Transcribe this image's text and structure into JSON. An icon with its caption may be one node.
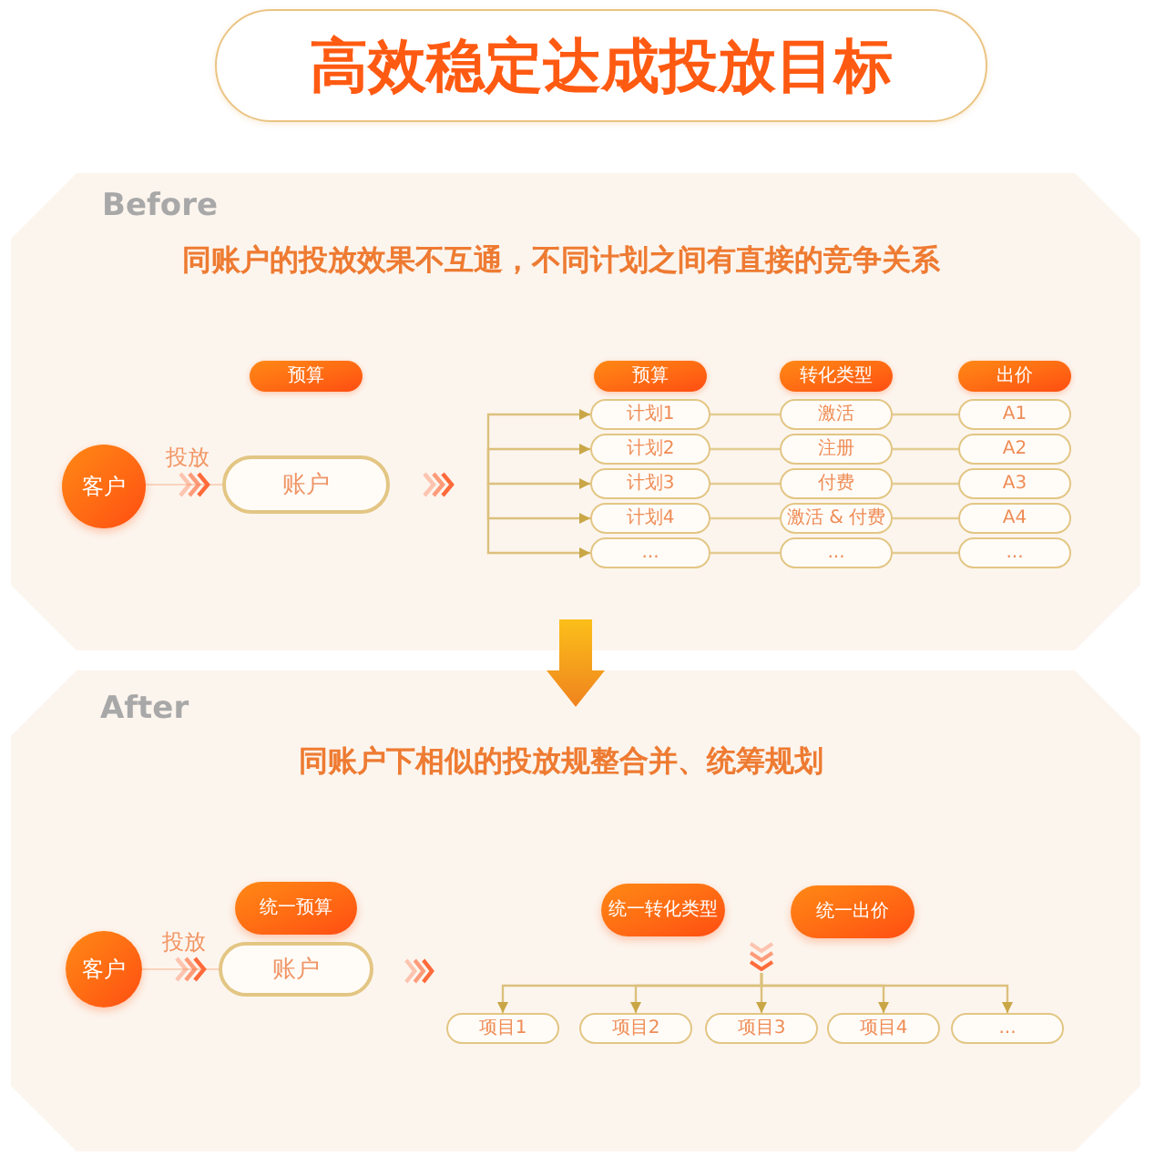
{
  "diagram": {
    "title": "高效稳定达成投放目标",
    "nodes": [
      {
        "text": [
          "Before",
          "同账户的投放效果不互通，不同计划之间有直接的竞争关系"
        ]
      },
      {
        "text": [
          "预算"
        ],
        "in": 0
      },
      {
        "text": [
          "客户"
        ],
        "in": 0
      },
      {
        "text": [
          "账户"
        ],
        "in": 0
      },
      {
        "text": [
          "预算"
        ],
        "in": 0
      },
      {
        "text": [
          "转化类型"
        ],
        "in": 0
      },
      {
        "text": [
          "出价"
        ],
        "in": 0
      },
      {
        "text": [
          "计划1"
        ],
        "in": 0
      },
      {
        "text": [
          "计划2"
        ],
        "in": 0
      },
      {
        "text": [
          "计划3"
        ],
        "in": 0
      },
      {
        "text": [
          "计划4"
        ],
        "in": 0
      },
      {
        "text": [
          "..."
        ],
        "in": 0
      },
      {
        "text": [
          "激活"
        ],
        "in": 0
      },
      {
        "text": [
          "注册"
        ],
        "in": 0
      },
      {
        "text": [
          "付费"
        ],
        "in": 0
      },
      {
        "text": [
          "激活 & 付费"
        ],
        "in": 0
      },
      {
        "text": [
          "..."
        ],
        "in": 0
      },
      {
        "text": [
          "A1"
        ],
        "in": 0
      },
      {
        "text": [
          "A2"
        ],
        "in": 0
      },
      {
        "text": [
          "A3"
        ],
        "in": 0
      },
      {
        "text": [
          "A4"
        ],
        "in": 0
      },
      {
        "text": [
          "..."
        ],
        "in": 0
      },
      {
        "text": [
          "After",
          "同账户下相似的投放规整合并、统筹规划"
        ]
      },
      {
        "text": [
          "统一预算"
        ],
        "in": 22
      },
      {
        "text": [
          "客户"
        ],
        "in": 22
      },
      {
        "text": [
          "账户"
        ],
        "in": 22
      },
      {
        "text": [
          "统一转化类型"
        ],
        "in": 22
      },
      {
        "text": [
          "统一出价"
        ],
        "in": 22
      },
      {
        "text": [
          "项目1"
        ],
        "in": 22
      },
      {
        "text": [
          "项目2"
        ],
        "in": 22
      },
      {
        "text": [
          "项目3"
        ],
        "in": 22
      },
      {
        "text": [
          "项目4"
        ],
        "in": 22
      },
      {
        "text": [
          "..."
        ],
        "in": 22
      }
    ],
    "edges": [
      {
        "from": 2,
        "to": 3,
        "arrow": "to",
        "label": "投放"
      },
      {
        "from": null,
        "to": 7,
        "arrow": "to"
      },
      {
        "from": null,
        "to": 8,
        "arrow": "to"
      },
      {
        "from": null,
        "to": 9,
        "arrow": "to"
      },
      {
        "from": null,
        "to": 10,
        "arrow": "to"
      },
      {
        "from": null,
        "to": 11,
        "arrow": "to"
      },
      {
        "from": 7,
        "to": 12,
        "arrow": "none"
      },
      {
        "from": 12,
        "to": 17,
        "arrow": "none"
      },
      {
        "from": 8,
        "to": 13,
        "arrow": "none"
      },
      {
        "from": 13,
        "to": 18,
        "arrow": "none"
      },
      {
        "from": 9,
        "to": 14,
        "arrow": "none"
      },
      {
        "from": 14,
        "to": 19,
        "arrow": "none"
      },
      {
        "from": 10,
        "to": 15,
        "arrow": "none"
      },
      {
        "from": 15,
        "to": 20,
        "arrow": "none"
      },
      {
        "from": 11,
        "to": 16,
        "arrow": "none"
      },
      {
        "from": 16,
        "to": 21,
        "arrow": "none"
      },
      {
        "from": 0,
        "to": 22,
        "arrow": "to",
        "style": "thick",
        "color": "#fbbf1a"
      },
      {
        "from": 24,
        "to": 25,
        "arrow": "to",
        "label": "投放"
      },
      {
        "from": null,
        "to": 28,
        "arrow": "to"
      },
      {
        "from": null,
        "to": 29,
        "arrow": "to"
      },
      {
        "from": null,
        "to": 30,
        "arrow": "to"
      },
      {
        "from": null,
        "to": 31,
        "arrow": "to"
      },
      {
        "from": null,
        "to": 32,
        "arrow": "to"
      }
    ]
  }
}
